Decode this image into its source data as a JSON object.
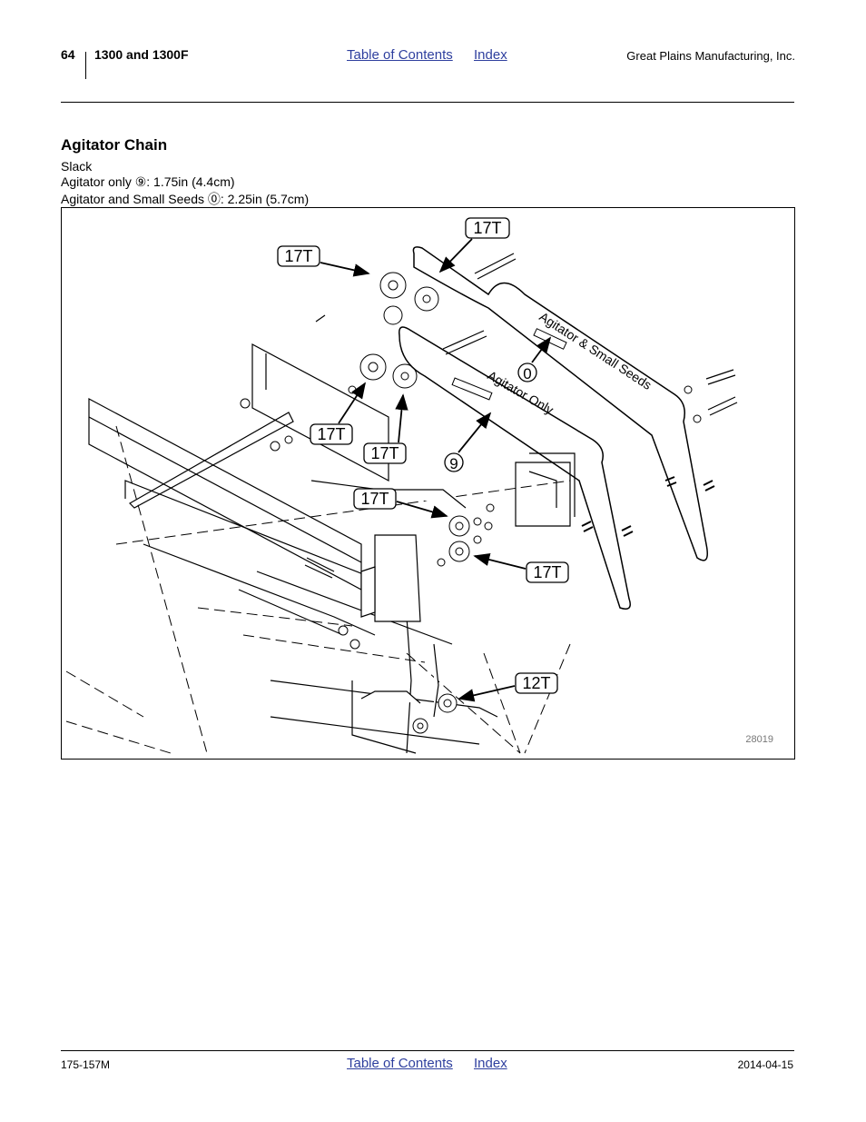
{
  "header": {
    "page_number": "64",
    "model": "1300 and 1300F",
    "toc_link": "Table of Contents",
    "index_link": "Index",
    "company": "Great Plains Manufacturing, Inc."
  },
  "section": {
    "title": "Agitator Chain",
    "lines": [
      "Slack",
      "Agitator only ⑨: 1.75in (4.4cm)",
      "Agitator and Small Seeds ⓪: 2.25in (5.7cm)"
    ]
  },
  "figure": {
    "callouts": [
      "17T",
      "17T",
      "17T",
      "17T",
      "17T",
      "17T",
      "12T"
    ],
    "markers": [
      "0",
      "9"
    ],
    "chain_labels": [
      "Agitator & Small Seeds",
      "Agitator Only"
    ],
    "figure_number": "28019"
  },
  "footer": {
    "doc_number": "175-157M",
    "toc_link": "Table of Contents",
    "index_link": "Index",
    "date": "2014-04-15"
  }
}
